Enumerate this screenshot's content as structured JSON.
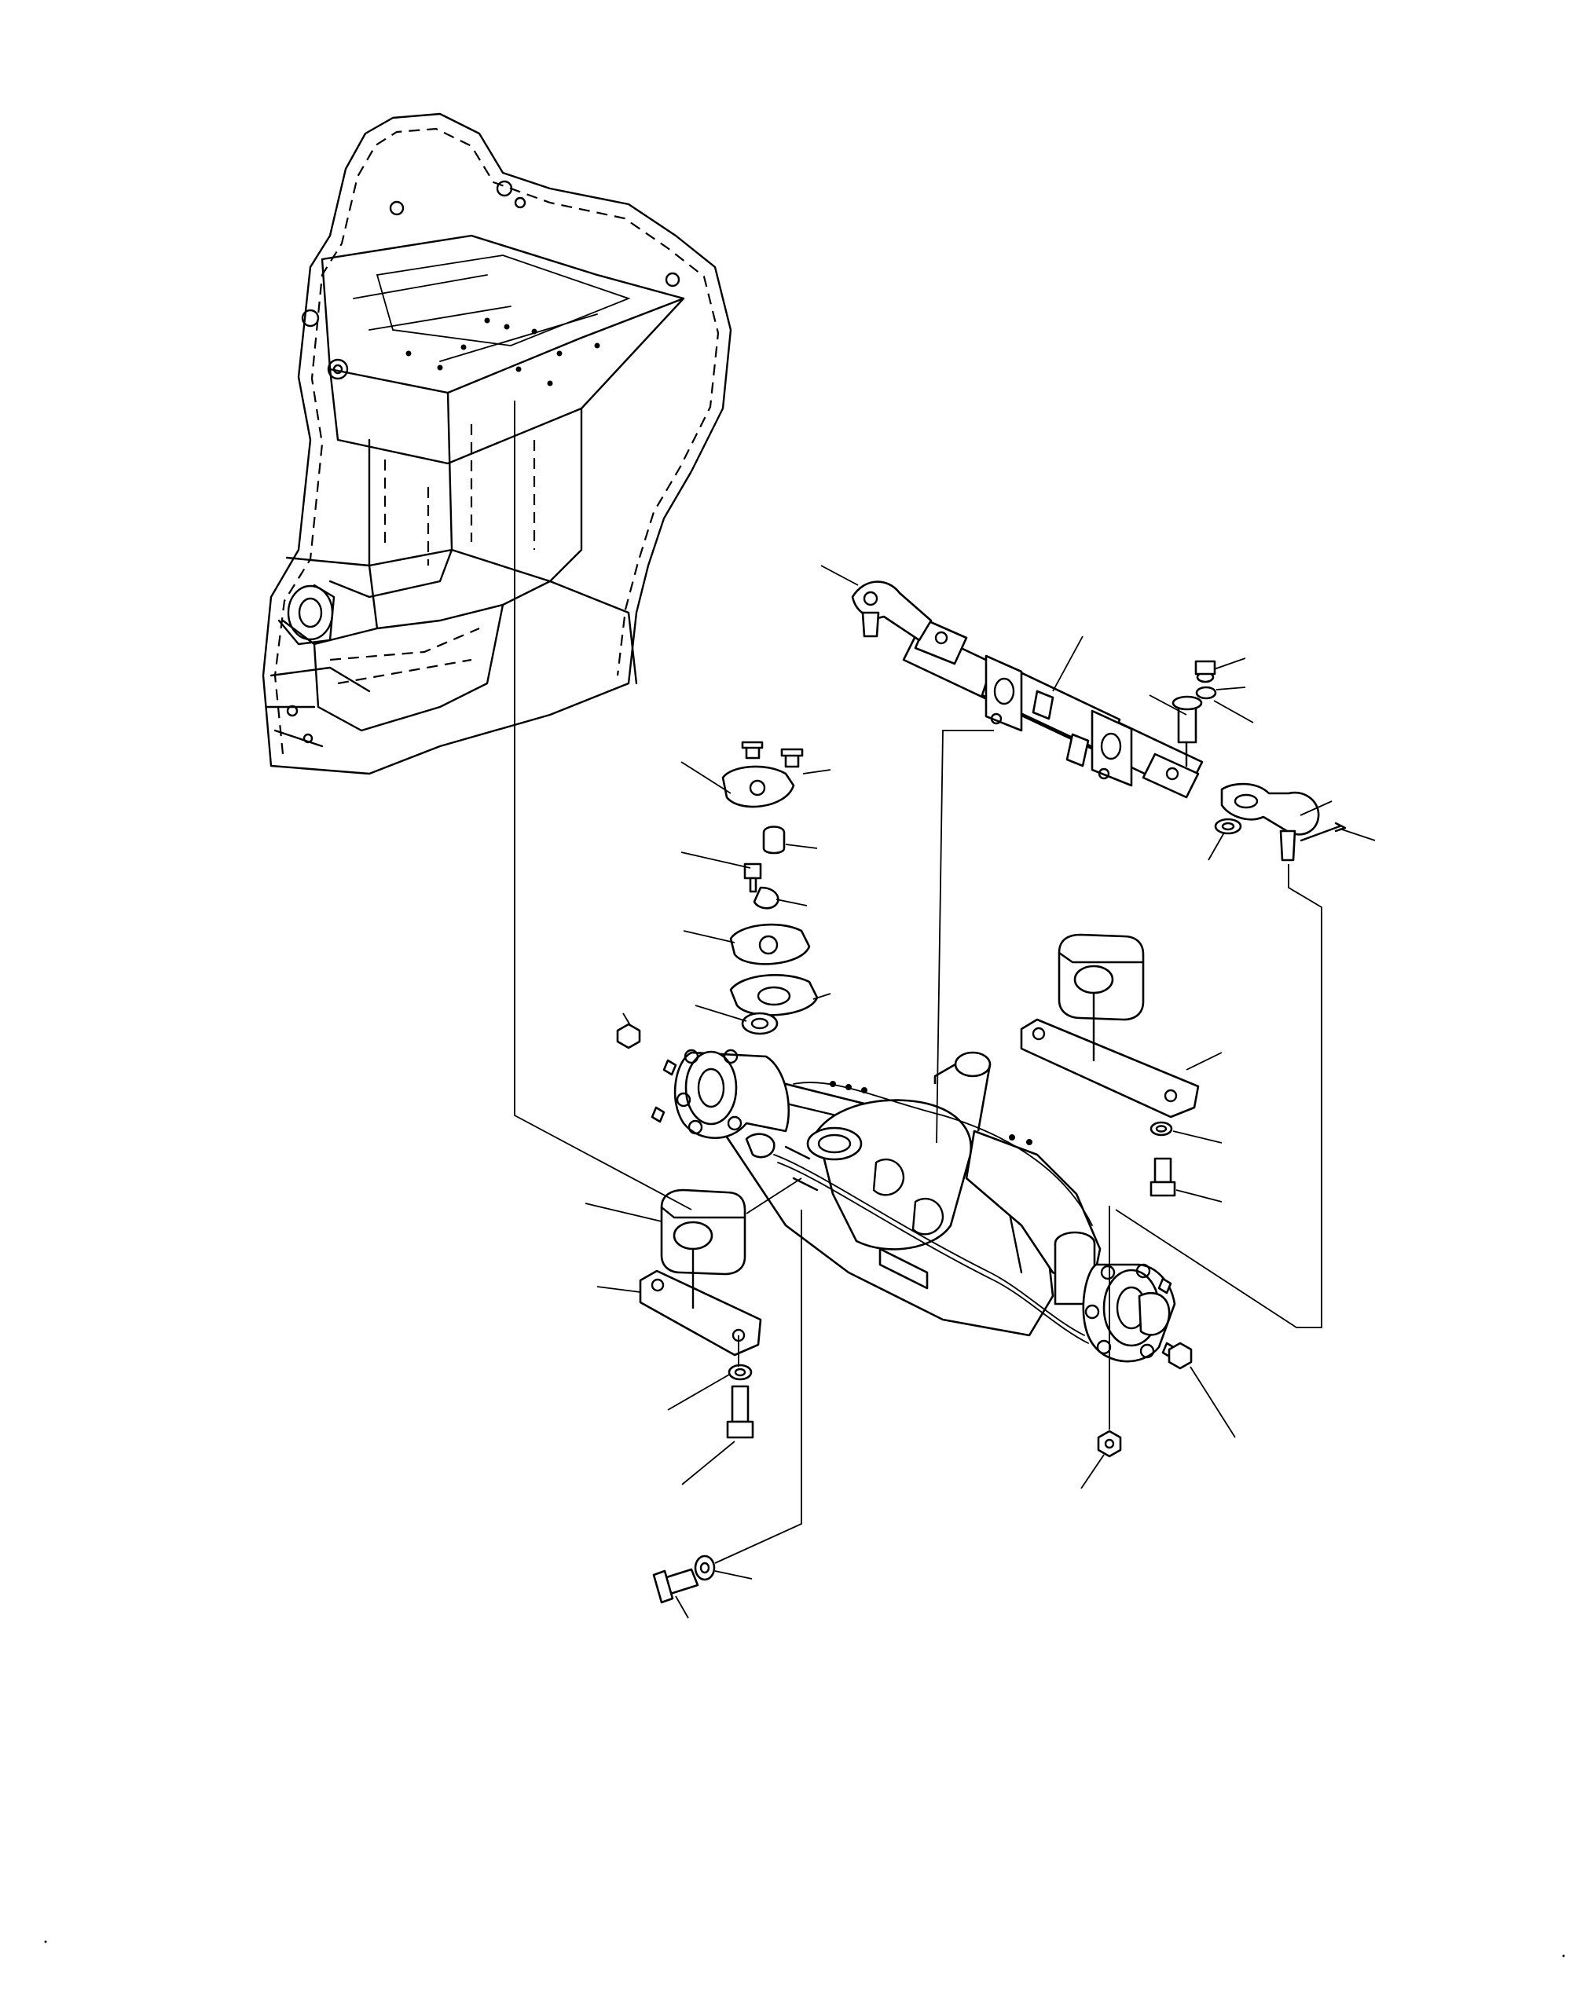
{
  "drawing": {
    "subject": "front-axle-assembly",
    "parts": [
      {
        "id": "machine-frame",
        "interactable": false
      },
      {
        "id": "steering-cylinder",
        "interactable": false
      },
      {
        "id": "tie-rod-left",
        "interactable": false
      },
      {
        "id": "tie-rod-right",
        "interactable": false
      },
      {
        "id": "axle-housing",
        "interactable": false
      },
      {
        "id": "mount-bracket-right",
        "interactable": false
      },
      {
        "id": "rubber-mount-right",
        "interactable": false
      },
      {
        "id": "mount-bracket-left",
        "interactable": false
      },
      {
        "id": "rubber-mount-left",
        "interactable": false
      },
      {
        "id": "wheel-hub-left",
        "interactable": false
      },
      {
        "id": "wheel-hub-right",
        "interactable": false
      },
      {
        "id": "king-pin-cap",
        "interactable": false
      },
      {
        "id": "shim-plate",
        "interactable": false
      },
      {
        "id": "gasket",
        "interactable": false
      },
      {
        "id": "bearing",
        "interactable": false
      }
    ],
    "callout_count": 31,
    "stroke_color": "#000000",
    "background_color": "#ffffff"
  }
}
